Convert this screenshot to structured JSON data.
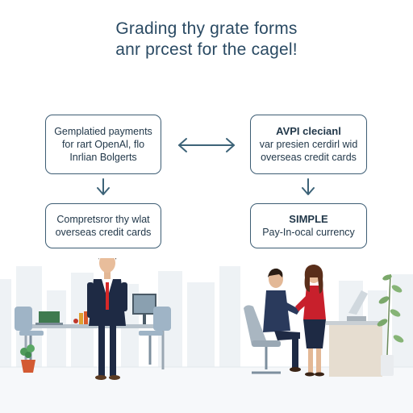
{
  "header": {
    "title_line1": "Grading thy grate forms",
    "title_line2": "anr prcest for the cagel!"
  },
  "flow": {
    "top_left": {
      "line1": "Gemplatied payments",
      "line2": "for rart OpenAl, flo",
      "line3": "Inrlian Bolgerts"
    },
    "top_right": {
      "line1": "AVPI clecianl",
      "line2": "var presien cerdirl wid",
      "line3": "overseas credit cards"
    },
    "bottom_left": {
      "line1": "Compretsror thy wlat",
      "line2": "overseas credit cards"
    },
    "bottom_right": {
      "line1": "SIMPLE",
      "line2": "Pay-In-ocal currency"
    }
  },
  "colors": {
    "text": "#22384a",
    "border": "#3d5d74",
    "arrow": "#3d6378",
    "accent_red": "#d62828",
    "suit": "#1e2a44"
  },
  "icons": {
    "double_arrow": "left-right-arrow-icon",
    "down_arrow": "down-arrow-icon"
  }
}
